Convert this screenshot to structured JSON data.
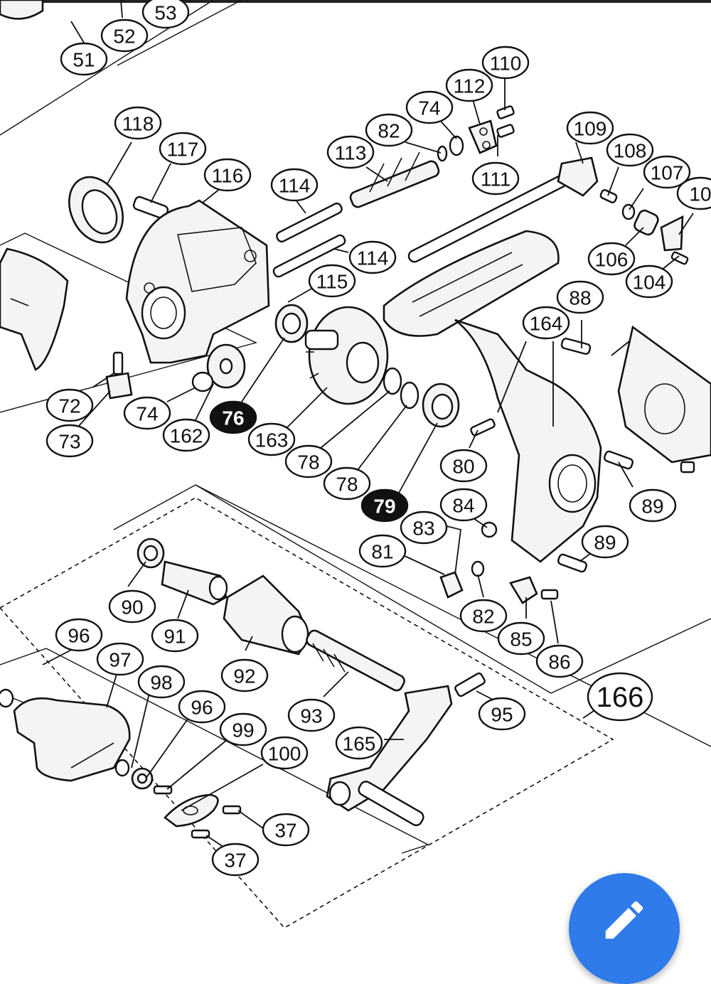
{
  "diagram": {
    "labels": [
      "51",
      "52",
      "53",
      "118",
      "117",
      "116",
      "114",
      "114",
      "115",
      "113",
      "82",
      "74",
      "112",
      "110",
      "111",
      "109",
      "108",
      "107",
      "10",
      "106",
      "104",
      "88",
      "164",
      "72",
      "73",
      "74",
      "162",
      "76",
      "163",
      "78",
      "78",
      "79",
      "80",
      "84",
      "83",
      "81",
      "82",
      "85",
      "86",
      "89",
      "89",
      "90",
      "91",
      "92",
      "93",
      "95",
      "96",
      "97",
      "98",
      "96",
      "99",
      "100",
      "165",
      "37",
      "37",
      "166"
    ],
    "highlighted": [
      "76",
      "79"
    ],
    "assembly_label": "166"
  },
  "fab": {
    "icon": "pencil-icon",
    "color": "#2f7bea"
  }
}
